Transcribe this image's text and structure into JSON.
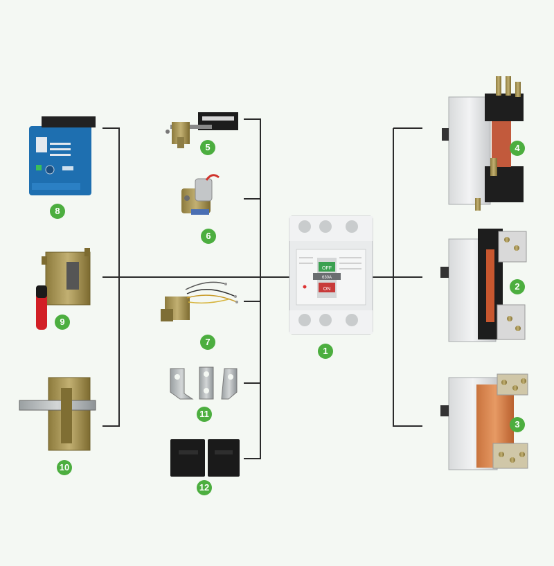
{
  "theme": {
    "background": "#f4f8f3",
    "line": "#2a2a2a",
    "badge": "#4cae3f"
  },
  "components": [
    {
      "id": "breaker",
      "label": "1"
    },
    {
      "id": "front-connection-plate-kit",
      "label": "2"
    },
    {
      "id": "rear-copper-connection-kit",
      "label": "3"
    },
    {
      "id": "rear-plug-in-connection-kit",
      "label": "4"
    },
    {
      "id": "shunt-trip-release",
      "label": "5"
    },
    {
      "id": "undervoltage-release",
      "label": "6"
    },
    {
      "id": "auxiliary-alarm-contact",
      "label": "7"
    },
    {
      "id": "motor-operating-mechanism",
      "label": "8"
    },
    {
      "id": "rotary-handle-red",
      "label": "9"
    },
    {
      "id": "extended-rotary-handle",
      "label": "10"
    },
    {
      "id": "connection-plates",
      "label": "11"
    },
    {
      "id": "terminal-covers",
      "label": "12"
    }
  ],
  "breaker_face": {
    "knob_top": "OFF",
    "knob_bottom": "ON",
    "rating": "630A"
  }
}
